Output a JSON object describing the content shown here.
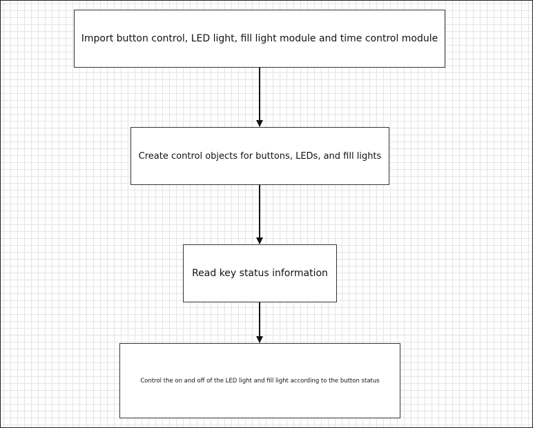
{
  "diagram": {
    "type": "flowchart",
    "steps": [
      {
        "id": "step-import",
        "label": "Import button control, LED light, fill light module and time control module"
      },
      {
        "id": "step-create",
        "label": "Create control objects for buttons, LEDs, and fill lights"
      },
      {
        "id": "step-read",
        "label": "Read key status information"
      },
      {
        "id": "step-control",
        "label": "Control the on and off of the LED light and fill light according to the button status"
      }
    ],
    "edges": [
      {
        "from": "step-import",
        "to": "step-create"
      },
      {
        "from": "step-create",
        "to": "step-read"
      },
      {
        "from": "step-read",
        "to": "step-control"
      }
    ],
    "colors": {
      "node_border": "#333333",
      "arrow": "#111111",
      "grid": "#e4e4e4"
    }
  }
}
